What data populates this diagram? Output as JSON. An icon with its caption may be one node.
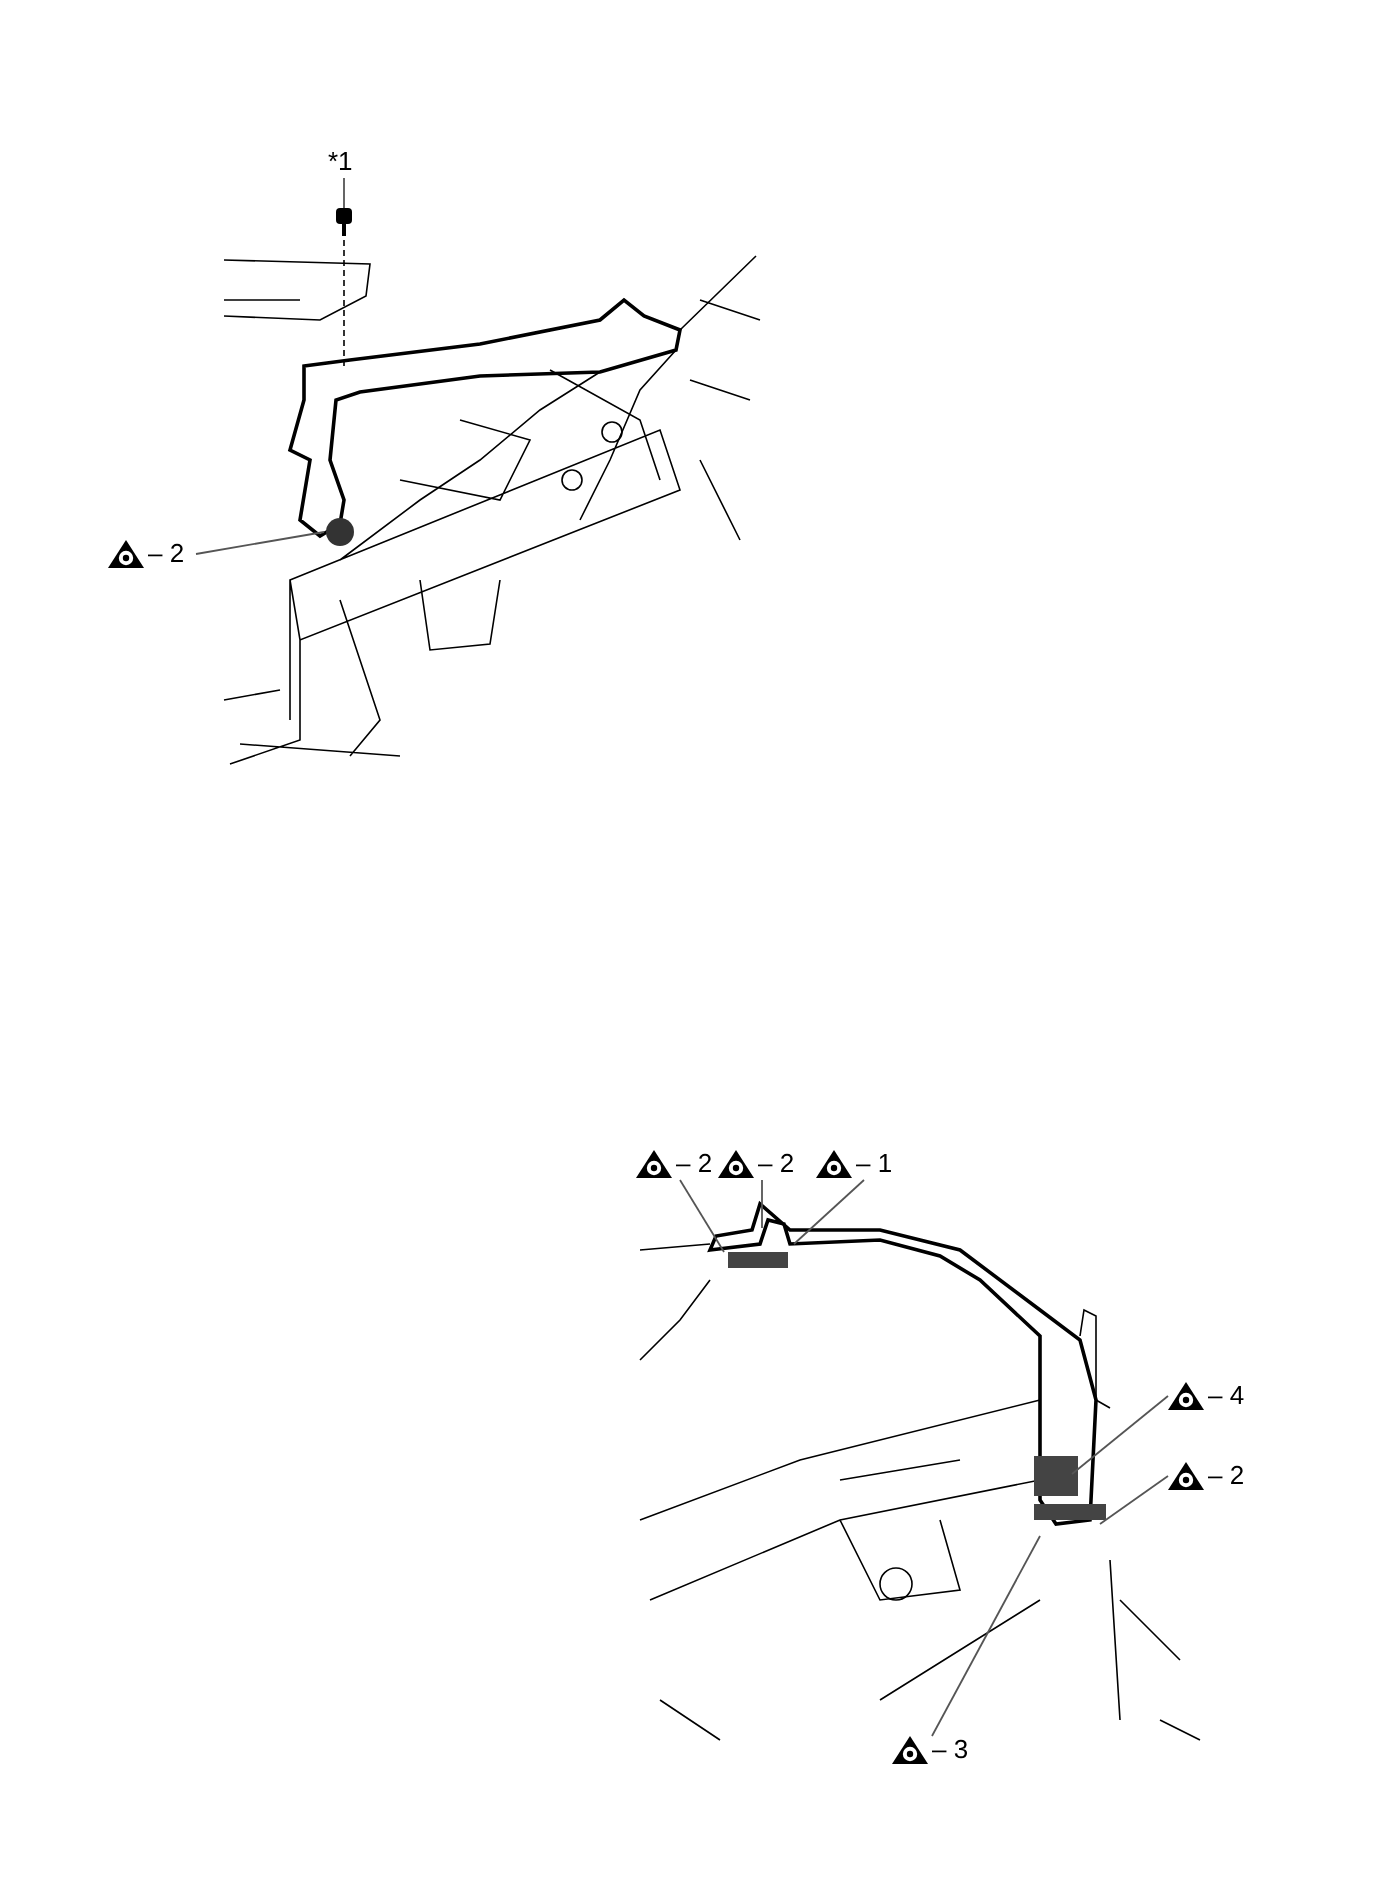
{
  "diagram": {
    "nodes": [
      {
        "text": [
          "*1"
        ]
      },
      {
        "text": [
          "– 2"
        ]
      },
      {
        "text": [
          "– 2"
        ]
      },
      {
        "text": [
          "– 2"
        ]
      },
      {
        "text": [
          "– 1"
        ]
      },
      {
        "text": [
          "– 4"
        ]
      },
      {
        "text": [
          "– 2"
        ]
      },
      {
        "text": [
          "– 3"
        ]
      }
    ],
    "edges": [
      {
        "from": 0,
        "to": null,
        "arrow": "none"
      },
      {
        "from": 1,
        "to": null,
        "arrow": "none"
      },
      {
        "from": 2,
        "to": null,
        "arrow": "none"
      },
      {
        "from": 3,
        "to": null,
        "arrow": "none"
      },
      {
        "from": 4,
        "to": null,
        "arrow": "none"
      },
      {
        "from": 5,
        "to": null,
        "arrow": "none"
      },
      {
        "from": 6,
        "to": null,
        "arrow": "none"
      },
      {
        "from": 7,
        "to": null,
        "arrow": "none"
      }
    ]
  }
}
